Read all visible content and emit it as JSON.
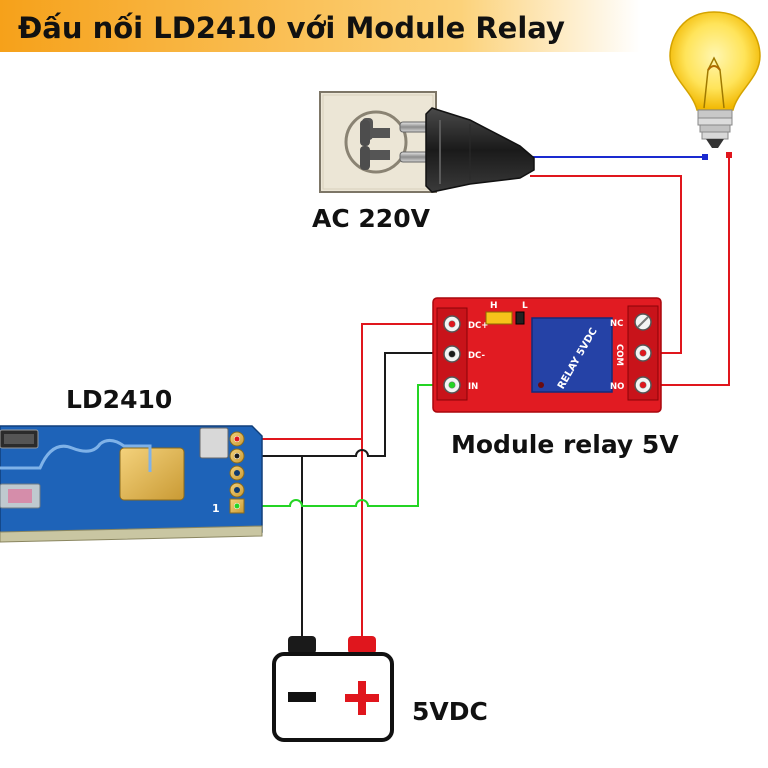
{
  "title": "Đấu nối LD2410 với Module Relay",
  "labels": {
    "ac": "AC 220V",
    "sensor": "LD2410",
    "relay": "Module relay 5V",
    "battery": "5VDC"
  },
  "relay_module": {
    "jumper_h": "H",
    "jumper_l": "L",
    "pin_dc_plus": "DC+",
    "pin_dc_minus": "DC-",
    "pin_in": "IN",
    "pin_nc": "NC",
    "pin_com": "COM",
    "pin_no": "NO",
    "coil_text": "RELAY 5VDC"
  },
  "sensor_module": {
    "pin1_label": "1"
  },
  "battery": {
    "minus": "−",
    "plus": "+"
  },
  "colors": {
    "title_bg_start": "#f6a11a",
    "title_bg_end": "#ffffff",
    "relay_board": "#e11b22",
    "relay_coil": "#2542a6",
    "sensor_board": "#1e63b8",
    "wire_red": "#e0161d",
    "wire_black": "#1a1a1a",
    "wire_green": "#24d424",
    "wire_blue": "#1a2ad0"
  },
  "icons": [
    "wall-socket-icon",
    "power-plug-icon",
    "light-bulb-icon",
    "battery-icon"
  ]
}
